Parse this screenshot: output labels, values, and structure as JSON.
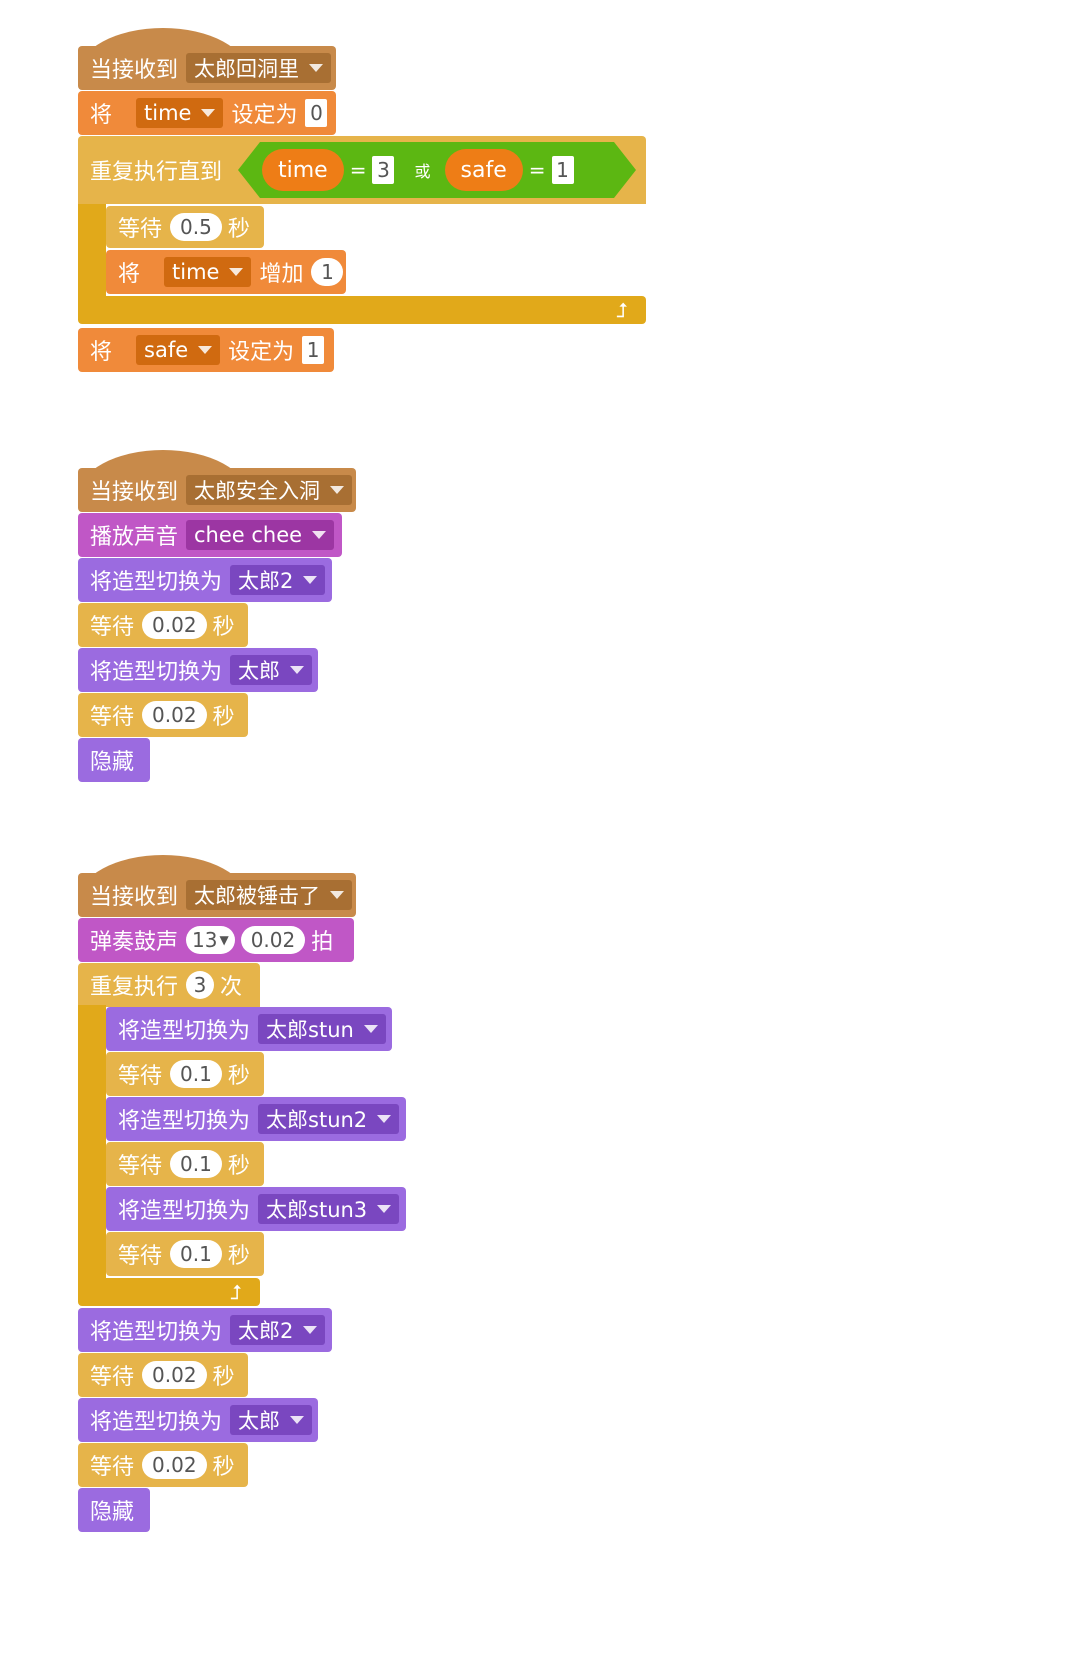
{
  "script1": {
    "hat": {
      "label": "当接收到",
      "message": "太郎回洞里"
    },
    "set_time": {
      "label": "将",
      "var": "time",
      "action": "设定为",
      "value": "0"
    },
    "repeat_until": {
      "label": "重复执行直到",
      "left_var": "time",
      "eq1": "=",
      "left_val": "3",
      "or": "或",
      "right_var": "safe",
      "eq2": "=",
      "right_val": "1"
    },
    "wait": {
      "label": "等待",
      "value": "0.5",
      "unit": "秒"
    },
    "change_time": {
      "label": "将",
      "var": "time",
      "action": "增加",
      "value": "1"
    },
    "set_safe": {
      "label": "将",
      "var": "safe",
      "action": "设定为",
      "value": "1"
    }
  },
  "script2": {
    "hat": {
      "label": "当接收到",
      "message": "太郎安全入洞"
    },
    "play_sound": {
      "label": "播放声音",
      "sound": "chee chee"
    },
    "costume1": {
      "label": "将造型切换为",
      "costume": "太郎2"
    },
    "wait1": {
      "label": "等待",
      "value": "0.02",
      "unit": "秒"
    },
    "costume2": {
      "label": "将造型切换为",
      "costume": "太郎"
    },
    "wait2": {
      "label": "等待",
      "value": "0.02",
      "unit": "秒"
    },
    "hide": {
      "label": "隐藏"
    }
  },
  "script3": {
    "hat": {
      "label": "当接收到",
      "message": "太郎被锤击了"
    },
    "drum": {
      "label": "弹奏鼓声",
      "drum": "13",
      "beats": "0.02",
      "unit": "拍"
    },
    "repeat": {
      "label": "重复执行",
      "times": "3",
      "unit": "次"
    },
    "inner": [
      {
        "label": "将造型切换为",
        "costume": "太郎stun"
      },
      {
        "label": "等待",
        "value": "0.1",
        "unit": "秒"
      },
      {
        "label": "将造型切换为",
        "costume": "太郎stun2"
      },
      {
        "label": "等待",
        "value": "0.1",
        "unit": "秒"
      },
      {
        "label": "将造型切换为",
        "costume": "太郎stun3"
      },
      {
        "label": "等待",
        "value": "0.1",
        "unit": "秒"
      }
    ],
    "costume1": {
      "label": "将造型切换为",
      "costume": "太郎2"
    },
    "wait1": {
      "label": "等待",
      "value": "0.02",
      "unit": "秒"
    },
    "costume2": {
      "label": "将造型切换为",
      "costume": "太郎"
    },
    "wait2": {
      "label": "等待",
      "value": "0.02",
      "unit": "秒"
    },
    "hide": {
      "label": "隐藏"
    }
  },
  "colors": {
    "events": "#c88a4a",
    "data": "#f08a3a",
    "control": "#e6b44a",
    "looks": "#9b6be0",
    "sound": "#c057c6",
    "operators": "#5cb712"
  }
}
